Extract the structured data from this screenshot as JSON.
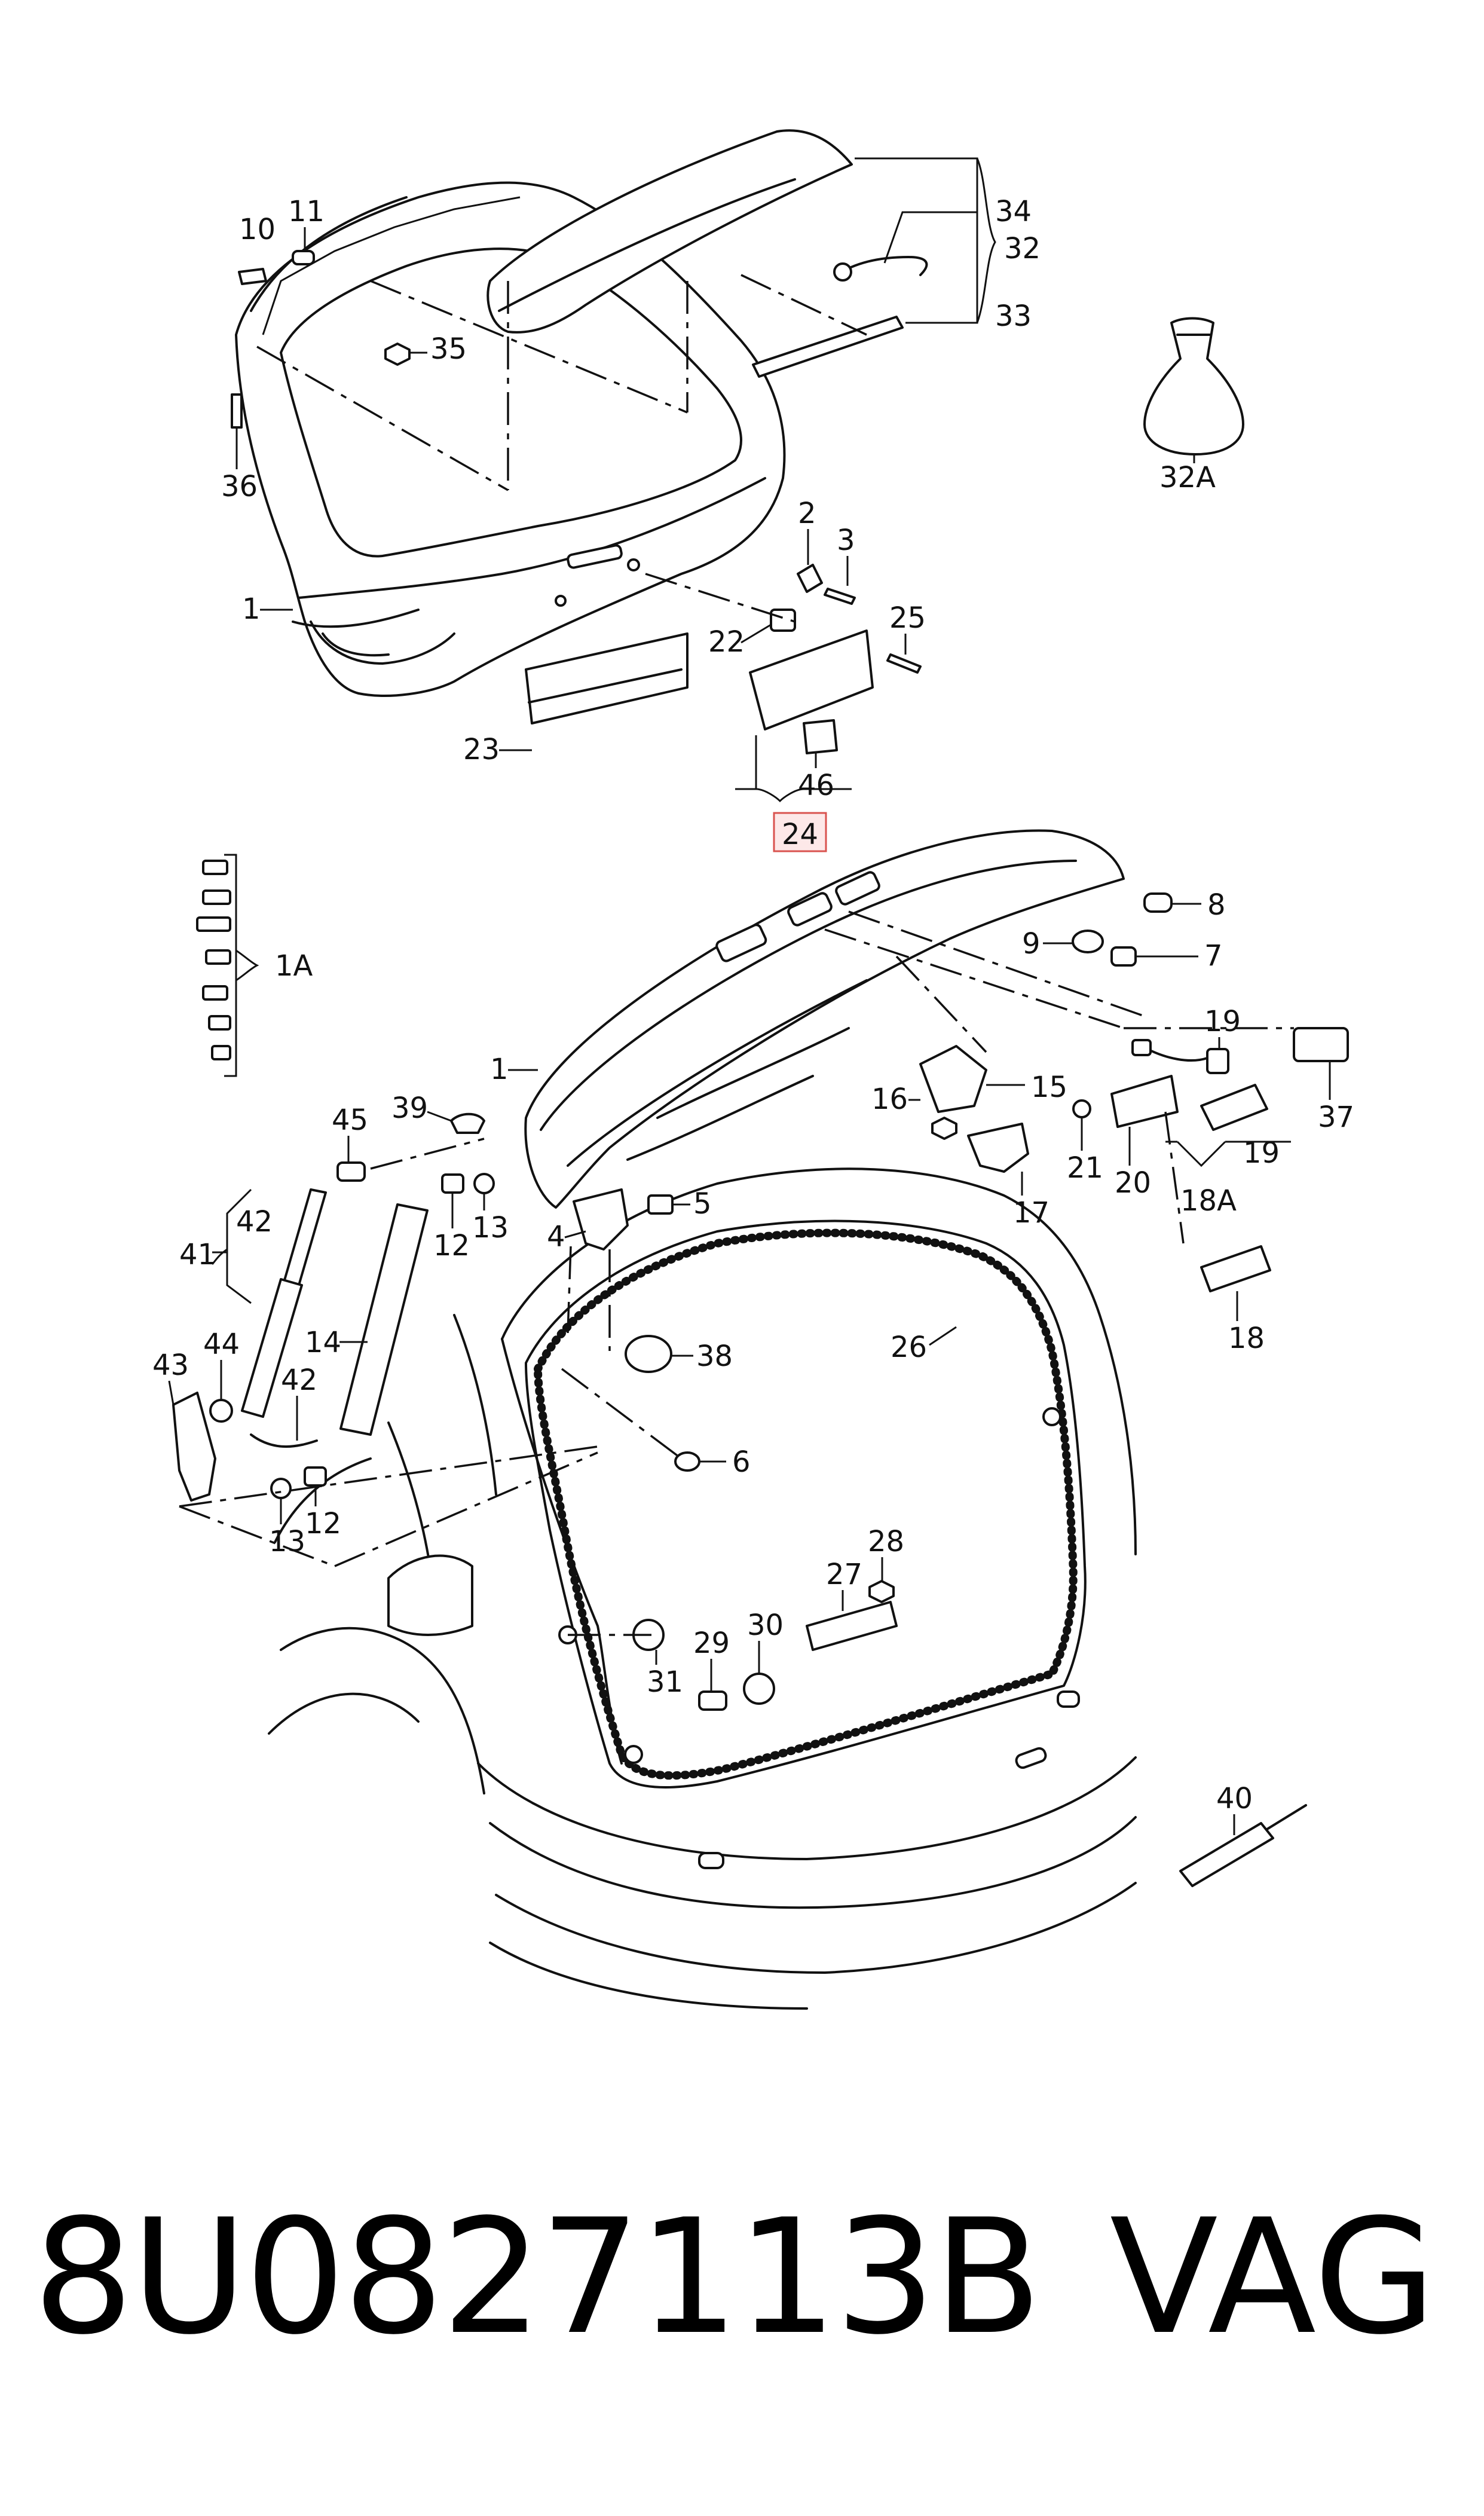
{
  "callouts": {
    "c1_top": "1",
    "c2": "2",
    "c3": "3",
    "c10": "10",
    "c11": "11",
    "c22": "22",
    "c23": "23",
    "c24": "24",
    "c25": "25",
    "c32": "32",
    "c32a": "32A",
    "c33": "33",
    "c34": "34",
    "c35": "35",
    "c36": "36",
    "c46": "46",
    "c1a": "1A",
    "c1_mid": "1",
    "c4": "4",
    "c5": "5",
    "c6": "6",
    "c7": "7",
    "c8": "8",
    "c9": "9",
    "c12a": "12",
    "c12b": "12",
    "c13a": "13",
    "c13b": "13",
    "c14": "14",
    "c15": "15",
    "c16": "16",
    "c17": "17",
    "c18": "18",
    "c18a": "18A",
    "c19a": "19",
    "c19b": "19",
    "c20": "20",
    "c21": "21",
    "c26": "26",
    "c27": "27",
    "c28": "28",
    "c29": "29",
    "c30": "30",
    "c31": "31",
    "c38": "38",
    "c39": "39",
    "c40": "40",
    "c41": "41",
    "c42a": "42",
    "c42b": "42",
    "c43": "43",
    "c44": "44",
    "c45": "45",
    "c37": "37"
  },
  "highlight_color": "#d9534f",
  "footer": {
    "part_number": "8U0827113B",
    "brand": "VAG"
  }
}
